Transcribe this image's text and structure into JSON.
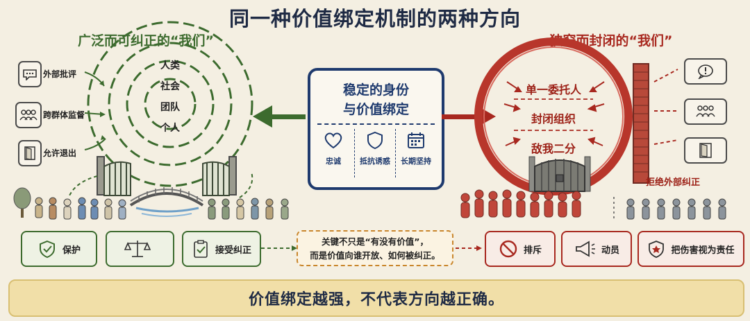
{
  "title": "同一种价值绑定机制的两种方向",
  "left": {
    "heading": "广泛而可纠正的“我们”",
    "side_items": [
      {
        "label": "外部批评",
        "icon": "speech-bubble-icon"
      },
      {
        "label": "跨群体监督",
        "icon": "people-group-icon"
      },
      {
        "label": "允许退出",
        "icon": "open-door-icon"
      }
    ],
    "rings": [
      "人类",
      "社会",
      "团队",
      "个人"
    ],
    "buttons": [
      {
        "label": "保护",
        "icon": "shield-check-icon"
      },
      {
        "label": "",
        "icon": "balance-scale-icon"
      },
      {
        "label": "接受纠正",
        "icon": "clipboard-check-icon"
      }
    ]
  },
  "center": {
    "title_line1": "稳定的身份",
    "title_line2": "与价值绑定",
    "items": [
      {
        "label": "忠诚",
        "icon": "heart-icon"
      },
      {
        "label": "抵抗诱惑",
        "icon": "shield-icon"
      },
      {
        "label": "长期坚持",
        "icon": "calendar-icon"
      }
    ]
  },
  "right": {
    "heading": "狭窄而封闭的“我们”",
    "rings": [
      "单一委托人",
      "封闭组织",
      "敌我二分"
    ],
    "wall_label": "拒绝外部纠正",
    "side_icons": [
      "alert-bubble-icon",
      "people-group-icon",
      "door-icon"
    ],
    "buttons": [
      {
        "label": "排斥",
        "icon": "prohibited-icon"
      },
      {
        "label": "动员",
        "icon": "megaphone-icon"
      },
      {
        "label": "把伤害视为责任",
        "icon": "shield-star-icon"
      }
    ]
  },
  "note": {
    "line1": "关键不只是“有没有价值”，",
    "line2": "而是价值向谁开放、如何被纠正。"
  },
  "banner": "价值绑定越强，不代表方向越正确。",
  "colors": {
    "green": "#3c6b2e",
    "red": "#a8281f",
    "navy": "#1e3a6e",
    "banner": "#f1dfa8",
    "note_border": "#c9862c"
  }
}
